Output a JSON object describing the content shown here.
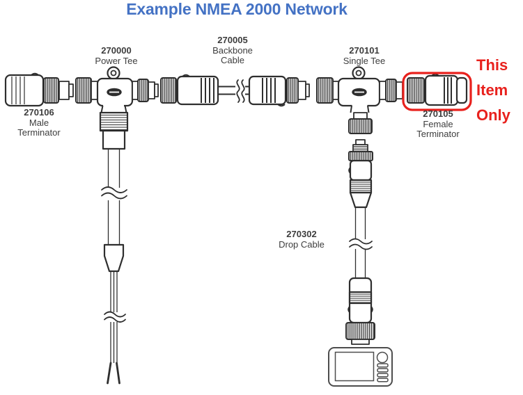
{
  "title": "Example NMEA 2000 Network",
  "colors": {
    "title_blue": "#4472C4",
    "highlight_red": "#E8211D",
    "line_dark": "#2E2E2E",
    "label_gray": "#3D3D3D"
  },
  "labels": {
    "power_tee": {
      "number": "270000",
      "line1": "Power Tee"
    },
    "backbone": {
      "number": "270005",
      "line1": "Backbone",
      "line2": "Cable"
    },
    "single_tee": {
      "number": "270101",
      "line1": "Single Tee"
    },
    "male_term": {
      "number": "270106",
      "line1": "Male",
      "line2": "Terminator"
    },
    "female_term": {
      "number": "270105",
      "line1": "Female",
      "line2": "Terminator"
    },
    "drop_cable": {
      "number": "270302",
      "line1": "Drop Cable"
    }
  },
  "callout": {
    "line1": "This",
    "line2": "Item",
    "line3": "Only"
  }
}
